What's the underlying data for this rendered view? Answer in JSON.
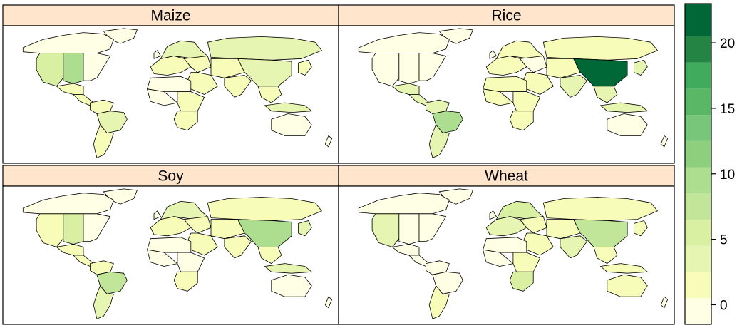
{
  "panels": [
    {
      "name": "Maize",
      "title": "Maize",
      "values": {
        "canada": 0.5,
        "usa_west": 5.5,
        "usa_central": 9.0,
        "usa_east": 0.5,
        "mexico": 2.5,
        "central_america": 1.0,
        "south_america_north": 1.0,
        "brazil": 3.0,
        "argentina": 1.5,
        "europe_west": 2.5,
        "scandinavia": 3.5,
        "russia": 4.0,
        "europe_east": 2.0,
        "middle_east": 1.5,
        "central_asia": 1.0,
        "india": 2.0,
        "china": 4.0,
        "japan_korea": 1.5,
        "southeast_asia": 2.0,
        "indonesia": 3.0,
        "north_africa": 0.5,
        "west_africa": 0.5,
        "east_africa": 1.0,
        "southern_africa": 1.5,
        "australia": 0.5
      }
    },
    {
      "name": "Rice",
      "title": "Rice",
      "values": {
        "canada": 0.5,
        "usa_west": 0.5,
        "usa_central": 0.5,
        "usa_east": 0.5,
        "mexico": 3.0,
        "central_america": 3.0,
        "south_america_north": 3.0,
        "brazil": 9.0,
        "argentina": 3.0,
        "europe_west": 2.5,
        "scandinavia": 1.0,
        "russia": 1.0,
        "europe_east": 0.5,
        "middle_east": 2.0,
        "central_asia": 1.0,
        "india": 4.0,
        "china": 23.0,
        "japan_korea": 3.0,
        "southeast_asia": 3.0,
        "indonesia": 4.0,
        "north_africa": 1.0,
        "west_africa": 2.5,
        "east_africa": 2.5,
        "southern_africa": 1.0,
        "australia": 0.5
      }
    },
    {
      "name": "Soy",
      "title": "Soy",
      "values": {
        "canada": 0.5,
        "usa_west": 2.0,
        "usa_central": 5.0,
        "usa_east": 0.5,
        "mexico": 1.5,
        "central_america": 1.5,
        "south_america_north": 2.5,
        "brazil": 7.0,
        "argentina": 3.0,
        "europe_west": 2.0,
        "scandinavia": 3.0,
        "russia": 2.5,
        "europe_east": 2.0,
        "middle_east": 1.0,
        "central_asia": 1.0,
        "india": 1.5,
        "china": 10.0,
        "japan_korea": 3.0,
        "southeast_asia": 2.5,
        "indonesia": 4.0,
        "north_africa": 0.5,
        "west_africa": 0.5,
        "east_africa": 0.5,
        "southern_africa": 2.0,
        "australia": 0.5
      }
    },
    {
      "name": "Wheat",
      "title": "Wheat",
      "values": {
        "canada": 0.5,
        "usa_west": 4.0,
        "usa_central": 0.5,
        "usa_east": 0.5,
        "mexico": 0.5,
        "central_america": 0.5,
        "south_america_north": 0.5,
        "brazil": 0.5,
        "argentina": 1.0,
        "europe_west": 4.0,
        "scandinavia": 5.0,
        "russia": 1.0,
        "europe_east": 2.0,
        "middle_east": 1.5,
        "central_asia": 2.0,
        "india": 4.0,
        "china": 7.5,
        "japan_korea": 2.0,
        "southeast_asia": 1.5,
        "indonesia": 1.0,
        "north_africa": 0.5,
        "west_africa": 0.5,
        "east_africa": 1.0,
        "southern_africa": 6.5,
        "australia": 1.0
      }
    }
  ],
  "colorkey": {
    "min": -1.5,
    "max": 23,
    "breaks": [
      -1.5,
      0.5,
      2.5,
      4.5,
      6.5,
      8.5,
      10.5,
      12.5,
      14.5,
      16.5,
      18.5,
      20.5,
      23
    ],
    "colors": [
      "#ffffe5",
      "#f7fcb9",
      "#e6f5b1",
      "#d9f0a3",
      "#c2e699",
      "#addd8e",
      "#8ecf7d",
      "#78c679",
      "#5ab766",
      "#41ab5d",
      "#238443",
      "#006837",
      "#004529"
    ],
    "ticks": [
      0,
      5,
      10,
      15,
      20
    ],
    "tick_labels": [
      "0",
      "5",
      "10",
      "15",
      "20"
    ]
  },
  "style": {
    "strip_bg": "#ffe5cc",
    "ocean_bg": "#ffffff",
    "border": "#000000"
  }
}
